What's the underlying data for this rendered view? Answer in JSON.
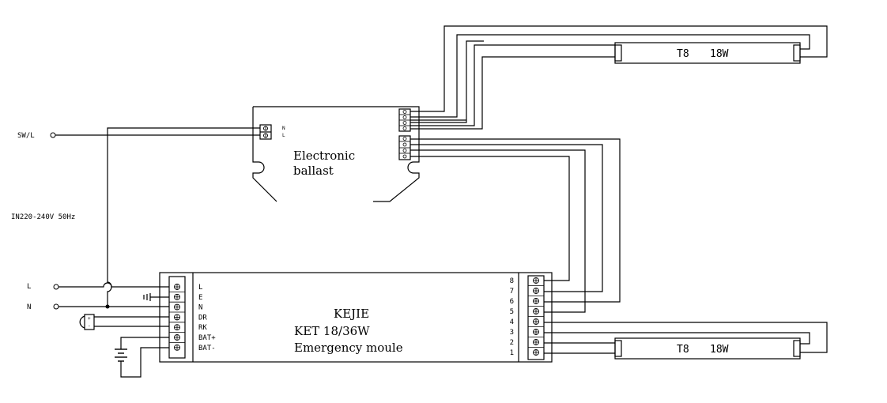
{
  "inputs": {
    "sw_l": "SW/L",
    "supply": "IN220-240V 50Hz",
    "l": "L",
    "n": "N"
  },
  "ballast": {
    "line1": "Electronic",
    "line2": "ballast",
    "pin_n": "N",
    "pin_l": "L"
  },
  "module": {
    "brand": "KEJIE",
    "model": "KET 18/36W",
    "desc": "Emergency moule",
    "left_terminals": [
      "L",
      "E",
      "N",
      "DR",
      "RK",
      "BAT+",
      "BAT-"
    ],
    "right_terminals": [
      "8",
      "7",
      "6",
      "5",
      "4",
      "3",
      "2",
      "1"
    ]
  },
  "lamps": [
    {
      "label": "T8",
      "power": "18W"
    },
    {
      "label": "T8",
      "power": "18W"
    }
  ],
  "led": {
    "plus": "+",
    "minus": "-"
  }
}
